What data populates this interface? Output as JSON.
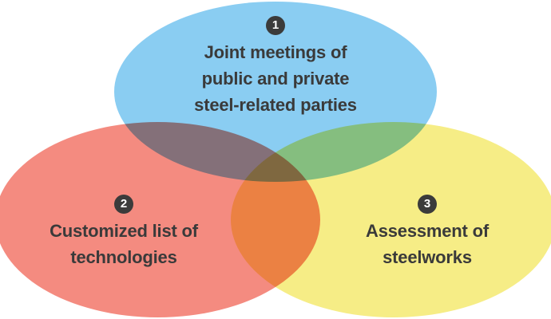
{
  "venn": {
    "background_color": "#ffffff",
    "text_color": "#3a3a3a",
    "badge_bg_color": "#3b3b3b",
    "badge_text_color": "#ffffff",
    "overlap_colors": {
      "set1_set2": "#857084",
      "set1_set3": "#8bc379",
      "set2_set3": "#ee923c",
      "center": "#867449"
    },
    "sets": [
      {
        "number": "1",
        "color": "#8acdf2",
        "position": "top",
        "lines": [
          "Joint meetings of",
          "public and private",
          "steel-related parties"
        ]
      },
      {
        "number": "2",
        "color": "#f48b80",
        "position": "bottom-left",
        "lines": [
          "Customized list of",
          "technologies"
        ]
      },
      {
        "number": "3",
        "color": "#f6ed86",
        "position": "bottom-right",
        "lines": [
          "Assessment of",
          "steelworks"
        ]
      }
    ]
  }
}
